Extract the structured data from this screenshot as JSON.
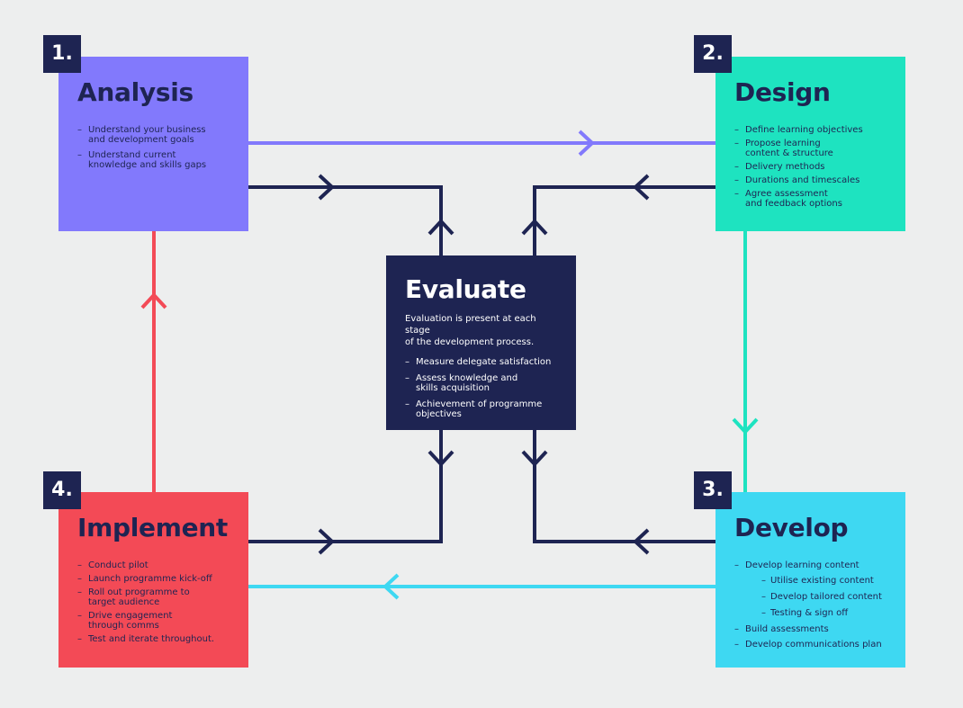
{
  "colors": {
    "background": "#edeeee",
    "analysis": "#8279fc",
    "design": "#1ee3c0",
    "develop": "#3ed8f2",
    "implement": "#f34a56",
    "evaluate": "#1e2452"
  },
  "stages": {
    "analysis": {
      "number": "1.",
      "title": "Analysis",
      "items": [
        "Understand your business\nand development goals",
        "Understand current\nknowledge and skills gaps"
      ]
    },
    "design": {
      "number": "2.",
      "title": "Design",
      "items": [
        "Define learning objectives",
        "Propose learning\ncontent & structure",
        "Delivery methods",
        "Durations and timescales",
        "Agree assessment\nand feedback options"
      ]
    },
    "develop": {
      "number": "3.",
      "title": "Develop",
      "items": [
        "Develop learning content",
        "Utilise existing content",
        "Develop tailored content",
        "Testing & sign off",
        "Build assessments",
        "Develop communications plan"
      ]
    },
    "implement": {
      "number": "4.",
      "title": "Implement",
      "items": [
        "Conduct pilot",
        "Launch programme kick-off",
        "Roll out programme to\ntarget audience",
        "Drive engagement\nthrough comms",
        "Test and iterate throughout."
      ]
    }
  },
  "evaluate": {
    "title": "Evaluate",
    "intro": "Evaluation is present at each stage\nof the development process.",
    "items": [
      "Measure delegate satisfaction",
      "Assess knowledge and\nskills acquisition",
      "Achievement of programme\nobjectives"
    ]
  }
}
